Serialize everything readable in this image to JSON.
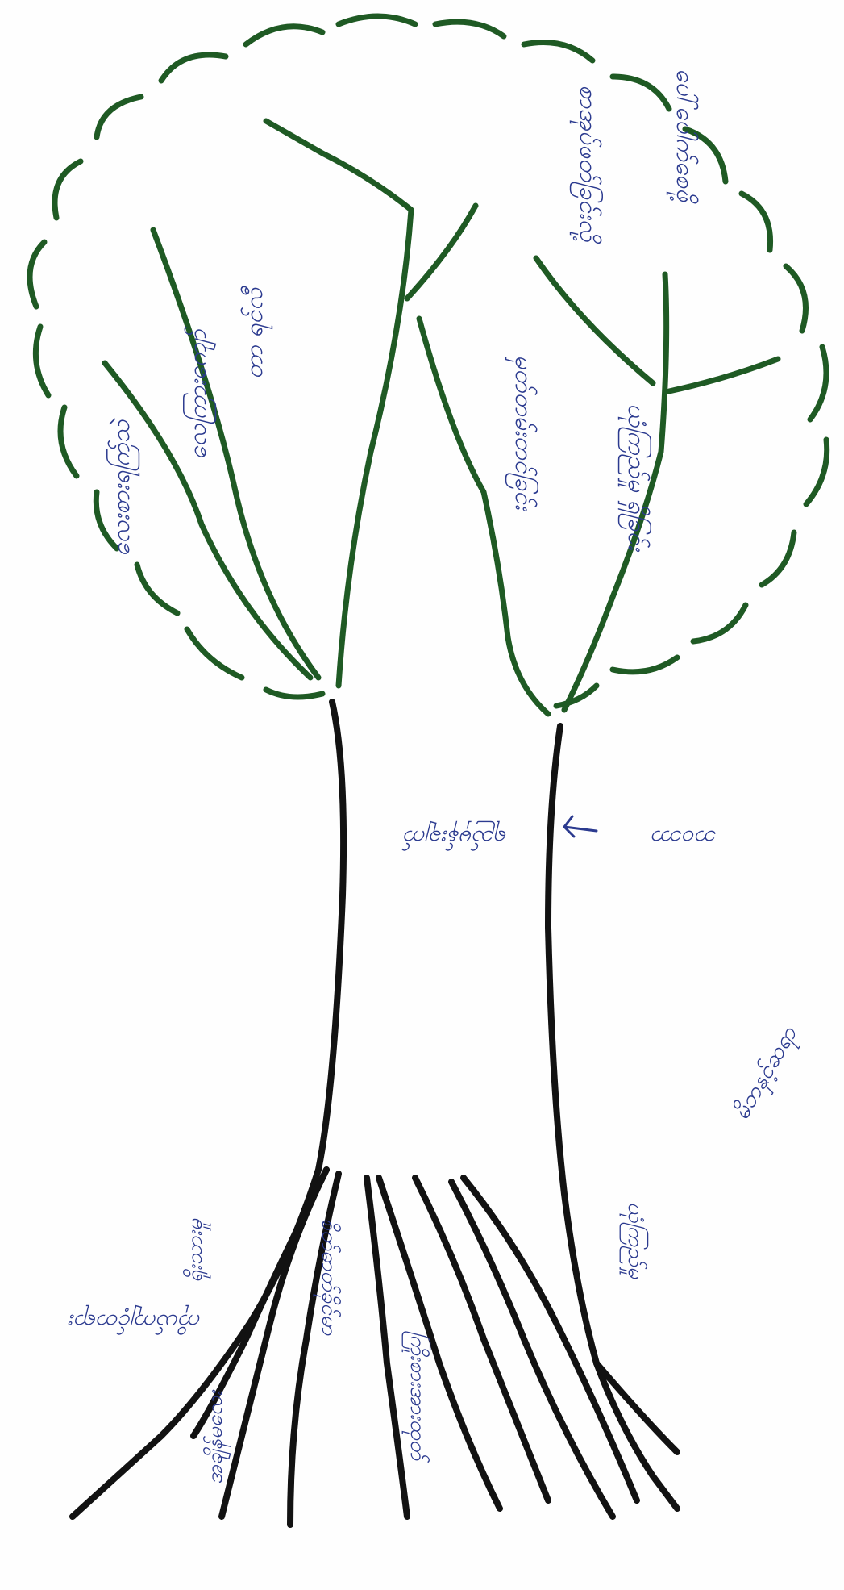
{
  "labels": {
    "branch_1": "လေးစားရက်ြသဲ",
    "branch_2": "လေကြားကျော်",
    "branch_3": "တာ ရင်လီ",
    "branch_4": "မှတ်တမ်းတင်ခြင်း",
    "branch_5": "စာအုပ်ဖတ်ခြင်းလို့",
    "branch_6": "ယုံကြည်မှု ရှိခြင်း",
    "branch_7": "ပေါ်ပေါက်စေဖို့",
    "trunk": "ရည်မှန်းချက်",
    "trunk_side": "ဘဝဘာ",
    "root_1": "ရိုးသားမှု",
    "root_2": "စိတ်ဓာတ်ခိုင်မာ",
    "root_3": "ကြိုးစားအားထုတ်",
    "root_4": "အချိန်မလေး",
    "root_5": "ယုံကြည်မှု",
    "root_left_outside": "ကိုယ်ကျင့်တရား",
    "root_right_outside": "မိဘနှင့်ဆရာ"
  },
  "colors": {
    "crown": "#1f5a24",
    "trunk": "#121212",
    "ink": "#2b3a8f"
  }
}
